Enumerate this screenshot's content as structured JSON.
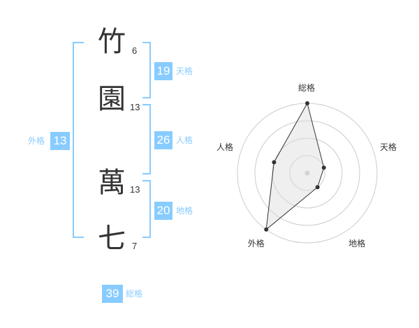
{
  "name": {
    "chars": [
      {
        "char": "竹",
        "strokes": "6"
      },
      {
        "char": "園",
        "strokes": "13"
      },
      {
        "char": "萬",
        "strokes": "13"
      },
      {
        "char": "七",
        "strokes": "7"
      }
    ]
  },
  "kakusu": {
    "tenkaku": {
      "value": "19",
      "label": "天格"
    },
    "jinkaku": {
      "value": "26",
      "label": "人格"
    },
    "chikaku": {
      "value": "20",
      "label": "地格"
    },
    "gaikaku": {
      "value": "13",
      "label": "外格"
    },
    "soukaku": {
      "value": "39",
      "label": "総格"
    }
  },
  "colors": {
    "accent": "#88ccff",
    "text": "#333333",
    "grid": "#cccccc",
    "fill": "#eeeeee"
  },
  "chart_data": {
    "type": "radar",
    "axes": [
      "総格",
      "天格",
      "地格",
      "外格",
      "人格"
    ],
    "values": [
      4,
      1,
      1,
      4,
      2
    ],
    "max": 4,
    "rings": 4
  }
}
